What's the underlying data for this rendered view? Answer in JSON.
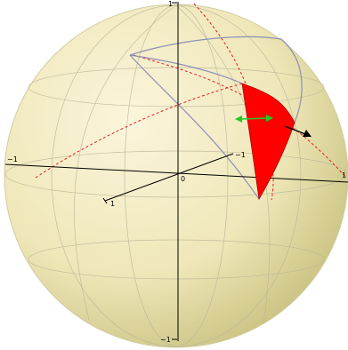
{
  "colors": {
    "background": "#ffffff",
    "sphere_light": "#fbf5dc",
    "sphere_mid": "#efe7b8",
    "sphere_dark": "#c7c07e",
    "grid": "#b9b69a",
    "axis": "#000000",
    "great_arc": "#8f8fb6",
    "dashed_circle": "#e02020",
    "triangle_fill": "#ff0000",
    "arrow_green": "#22cc22",
    "arrow_black": "#000000"
  },
  "labels": {
    "y_top": "1",
    "y_bottom": "−1",
    "x_left": "−1",
    "x_right": "1",
    "origin": "0",
    "z_front": "1",
    "z_back": "−1"
  },
  "icons": {
    "rotation_arrow": "double-headed-arrow",
    "direction_arrow": "arrow"
  }
}
